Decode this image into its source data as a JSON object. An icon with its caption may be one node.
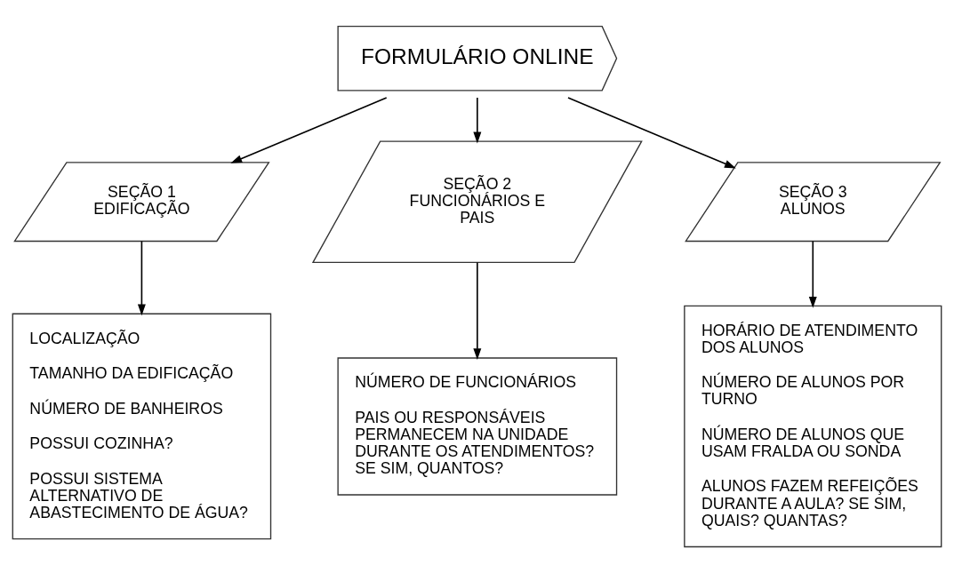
{
  "diagram": {
    "nodes": [
      {
        "text": [
          "FORMULÁRIO ONLINE"
        ]
      },
      {
        "text": [
          "SEÇÃO 1",
          "EDIFICAÇÃO"
        ]
      },
      {
        "text": [
          "SEÇÃO 2",
          "FUNCIONÁRIOS E PAIS"
        ]
      },
      {
        "text": [
          "SEÇÃO 3",
          "ALUNOS"
        ]
      },
      {
        "text": [
          "LOCALIZAÇÃO",
          "TAMANHO DA EDIFICAÇÃO",
          "NÚMERO DE BANHEIROS",
          "POSSUI COZINHA?",
          "POSSUI SISTEMA ALTERNATIVO DE ABASTECIMENTO DE ÁGUA?"
        ]
      },
      {
        "text": [
          "NÚMERO DE FUNCIONÁRIOS",
          "PAIS OU RESPONSÁVEIS PERMANECEM NA UNIDADE DURANTE OS ATENDIMENTOS? SE SIM, QUANTOS?"
        ]
      },
      {
        "text": [
          "HORÁRIO DE ATENDIMENTO DOS ALUNOS",
          "NÚMERO DE ALUNOS POR TURNO",
          "NÚMERO DE ALUNOS QUE USAM FRALDA OU SONDA",
          "ALUNOS FAZEM REFEIÇÕES DURANTE A AULA? SE SIM, QUAIS? QUANTAS?"
        ]
      }
    ],
    "edges": [
      {
        "from": 0,
        "to": 1,
        "arrow": "to"
      },
      {
        "from": 0,
        "to": 2,
        "arrow": "to"
      },
      {
        "from": 0,
        "to": 3,
        "arrow": "to"
      },
      {
        "from": 1,
        "to": 4,
        "arrow": "to"
      },
      {
        "from": 2,
        "to": 5,
        "arrow": "to"
      },
      {
        "from": 3,
        "to": 6,
        "arrow": "to"
      }
    ]
  }
}
